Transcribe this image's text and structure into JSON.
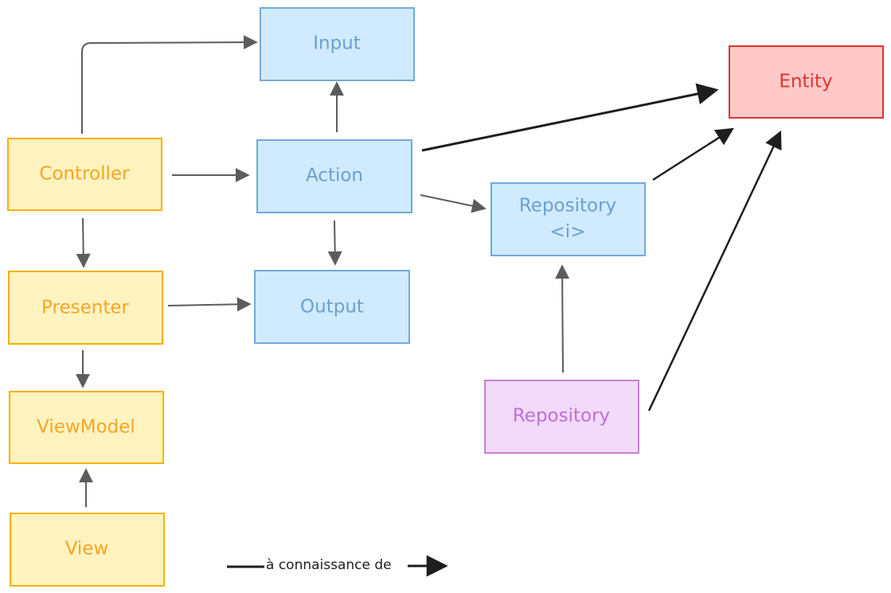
{
  "theme": {
    "yellow_fill": "#fff3bf",
    "yellow_stroke": "#fab005",
    "yellow_text": "#f5a524",
    "blue_fill": "#d0ebff",
    "blue_stroke": "#74a9d8",
    "blue_text": "#6b9fd1",
    "purple_fill": "#f3d9fa",
    "purple_stroke": "#c77fd8",
    "purple_text": "#be70d6",
    "red_fill": "#ffc9c9",
    "red_stroke": "#e03131",
    "red_text": "#e03131",
    "arrow_grey": "#5c5c5c",
    "arrow_black": "#1e1e1e"
  },
  "nodes": {
    "controller": "Controller",
    "presenter": "Presenter",
    "viewmodel": "ViewModel",
    "view": "View",
    "input": "Input",
    "action": "Action",
    "output": "Output",
    "repository_interface_line1": "Repository",
    "repository_interface_line2": "<i>",
    "repository": "Repository",
    "entity": "Entity"
  },
  "legend": {
    "label": "à connaissance de"
  }
}
